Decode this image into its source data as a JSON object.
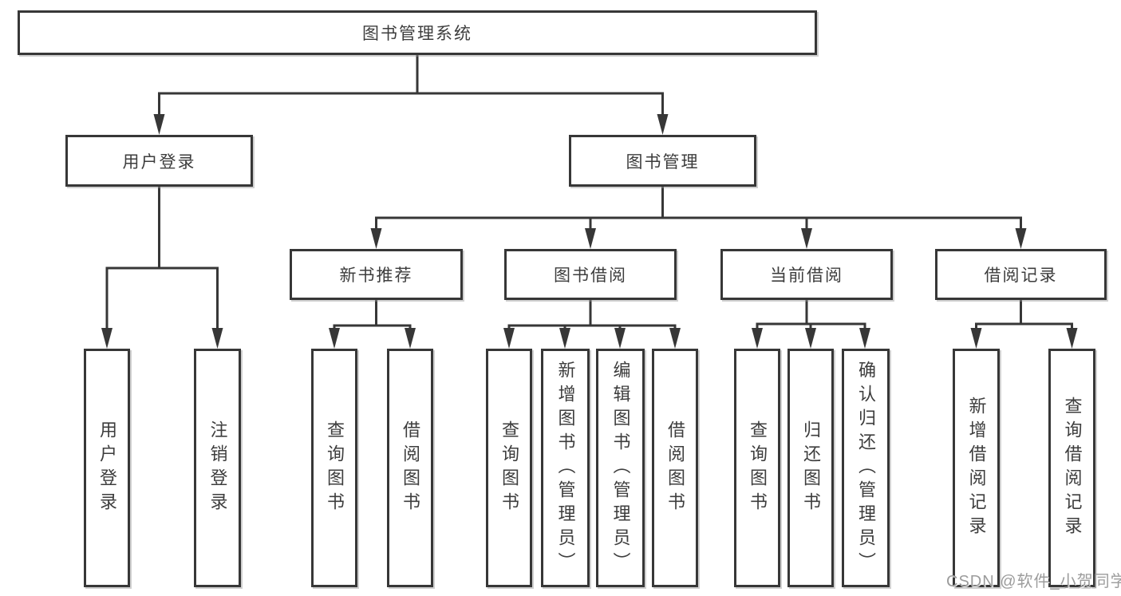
{
  "diagram": {
    "root": {
      "label": "图书管理系统",
      "children": [
        {
          "label": "用户登录",
          "children": [
            {
              "label": "用户登录"
            },
            {
              "label": "注销登录"
            }
          ]
        },
        {
          "label": "图书管理",
          "children": [
            {
              "label": "新书推荐",
              "children": [
                {
                  "label": "查询图书"
                },
                {
                  "label": "借阅图书"
                }
              ]
            },
            {
              "label": "图书借阅",
              "children": [
                {
                  "label": "查询图书"
                },
                {
                  "label": "新增图书（管理员）"
                },
                {
                  "label": "编辑图书（管理员）"
                },
                {
                  "label": "借阅图书"
                }
              ]
            },
            {
              "label": "当前借阅",
              "children": [
                {
                  "label": "查询图书"
                },
                {
                  "label": "归还图书"
                },
                {
                  "label": "确认归还（管理员）"
                }
              ]
            },
            {
              "label": "借阅记录",
              "children": [
                {
                  "label": "新增借阅记录"
                },
                {
                  "label": "查询借阅记录"
                }
              ]
            }
          ]
        }
      ]
    },
    "colors": {
      "line": "#373737",
      "text": "#3d3d3d",
      "background": "#ffffff",
      "watermark_color": "#9c9c9c"
    }
  },
  "watermark": {
    "text": "CSDN @软件_小贺同学"
  }
}
